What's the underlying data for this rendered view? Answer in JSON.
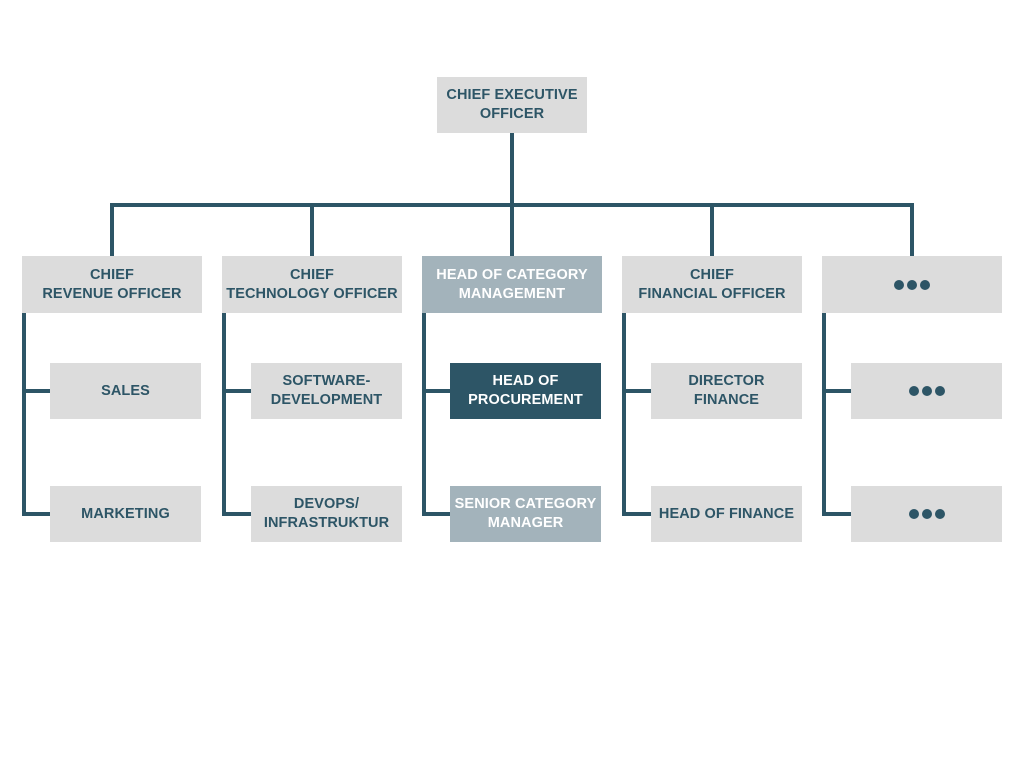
{
  "org_chart": {
    "root": {
      "label": "CHIEF EXECUTIVE\nOFFICER"
    },
    "departments": [
      {
        "head": {
          "label": "CHIEF\nREVENUE OFFICER",
          "style": "light"
        },
        "reports": [
          {
            "label": "SALES",
            "style": "light"
          },
          {
            "label": "MARKETING",
            "style": "light"
          }
        ]
      },
      {
        "head": {
          "label": "CHIEF\nTECHNOLOGY OFFICER",
          "style": "light"
        },
        "reports": [
          {
            "label": "SOFTWARE-\nDEVELOPMENT",
            "style": "light"
          },
          {
            "label": "DEVOPS/\nINFRASTRUKTUR",
            "style": "light"
          }
        ]
      },
      {
        "head": {
          "label": "HEAD OF CATEGORY\nMANAGEMENT",
          "style": "mid"
        },
        "reports": [
          {
            "label": "HEAD OF\nPROCUREMENT",
            "style": "dark"
          },
          {
            "label": "SENIOR CATEGORY\nMANAGER",
            "style": "mid"
          }
        ]
      },
      {
        "head": {
          "label": "CHIEF\nFINANCIAL OFFICER",
          "style": "light"
        },
        "reports": [
          {
            "label": "DIRECTOR FINANCE",
            "style": "light"
          },
          {
            "label": "HEAD OF FINANCE",
            "style": "light"
          }
        ]
      },
      {
        "head": {
          "label": "",
          "style": "light",
          "placeholder": "ellipsis-dots-icon"
        },
        "reports": [
          {
            "label": "",
            "style": "light",
            "placeholder": "ellipsis-dots-icon"
          },
          {
            "label": "",
            "style": "light",
            "placeholder": "ellipsis-dots-icon"
          }
        ]
      }
    ]
  },
  "colors": {
    "line": "#2d5566",
    "box_light": "#dcdcdc",
    "box_mid": "#a3b3bb",
    "box_dark": "#2d5566",
    "text_dark": "#2d5566",
    "text_light": "#ffffff"
  }
}
